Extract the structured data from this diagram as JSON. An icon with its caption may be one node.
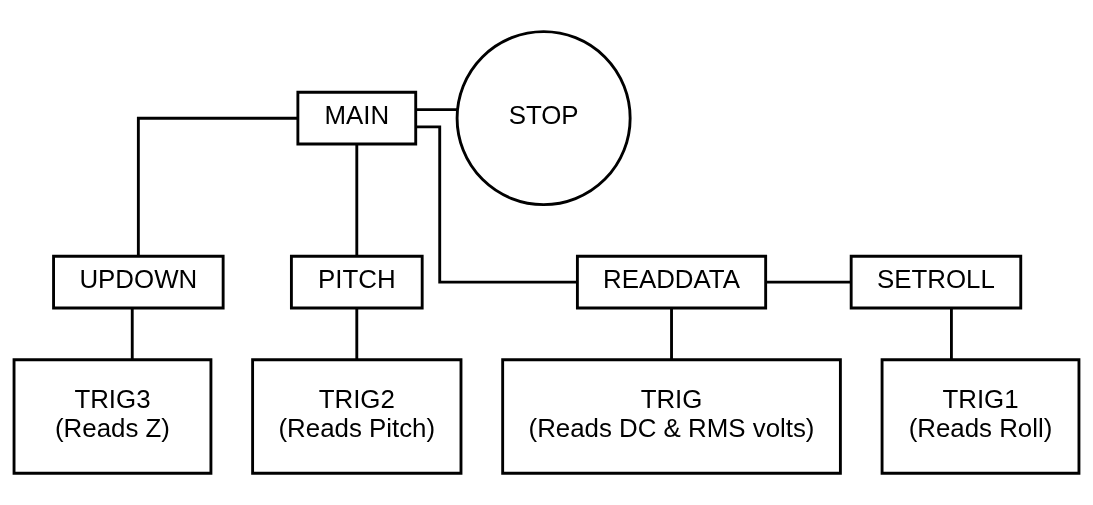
{
  "diagram": {
    "nodes": [
      {
        "text": [
          "MAIN"
        ]
      },
      {
        "text": [
          "STOP"
        ]
      },
      {
        "text": [
          "UPDOWN"
        ]
      },
      {
        "text": [
          "PITCH"
        ]
      },
      {
        "text": [
          "READDATA"
        ]
      },
      {
        "text": [
          "SETROLL"
        ]
      },
      {
        "text": [
          "TRIG3",
          "(Reads Z)"
        ]
      },
      {
        "text": [
          "TRIG2",
          "(Reads Pitch)"
        ]
      },
      {
        "text": [
          "TRIG",
          "(Reads DC & RMS volts)"
        ]
      },
      {
        "text": [
          "TRIG1",
          "(Reads Roll)"
        ]
      }
    ],
    "edges": [
      {
        "from": 0,
        "to": 1,
        "arrow": "none"
      },
      {
        "from": 0,
        "to": 2,
        "arrow": "none"
      },
      {
        "from": 0,
        "to": 3,
        "arrow": "none"
      },
      {
        "from": 0,
        "to": 4,
        "arrow": "none"
      },
      {
        "from": 4,
        "to": 5,
        "arrow": "none"
      },
      {
        "from": 2,
        "to": 6,
        "arrow": "none"
      },
      {
        "from": 3,
        "to": 7,
        "arrow": "none"
      },
      {
        "from": 4,
        "to": 8,
        "arrow": "none"
      },
      {
        "from": 5,
        "to": 9,
        "arrow": "none"
      }
    ]
  }
}
